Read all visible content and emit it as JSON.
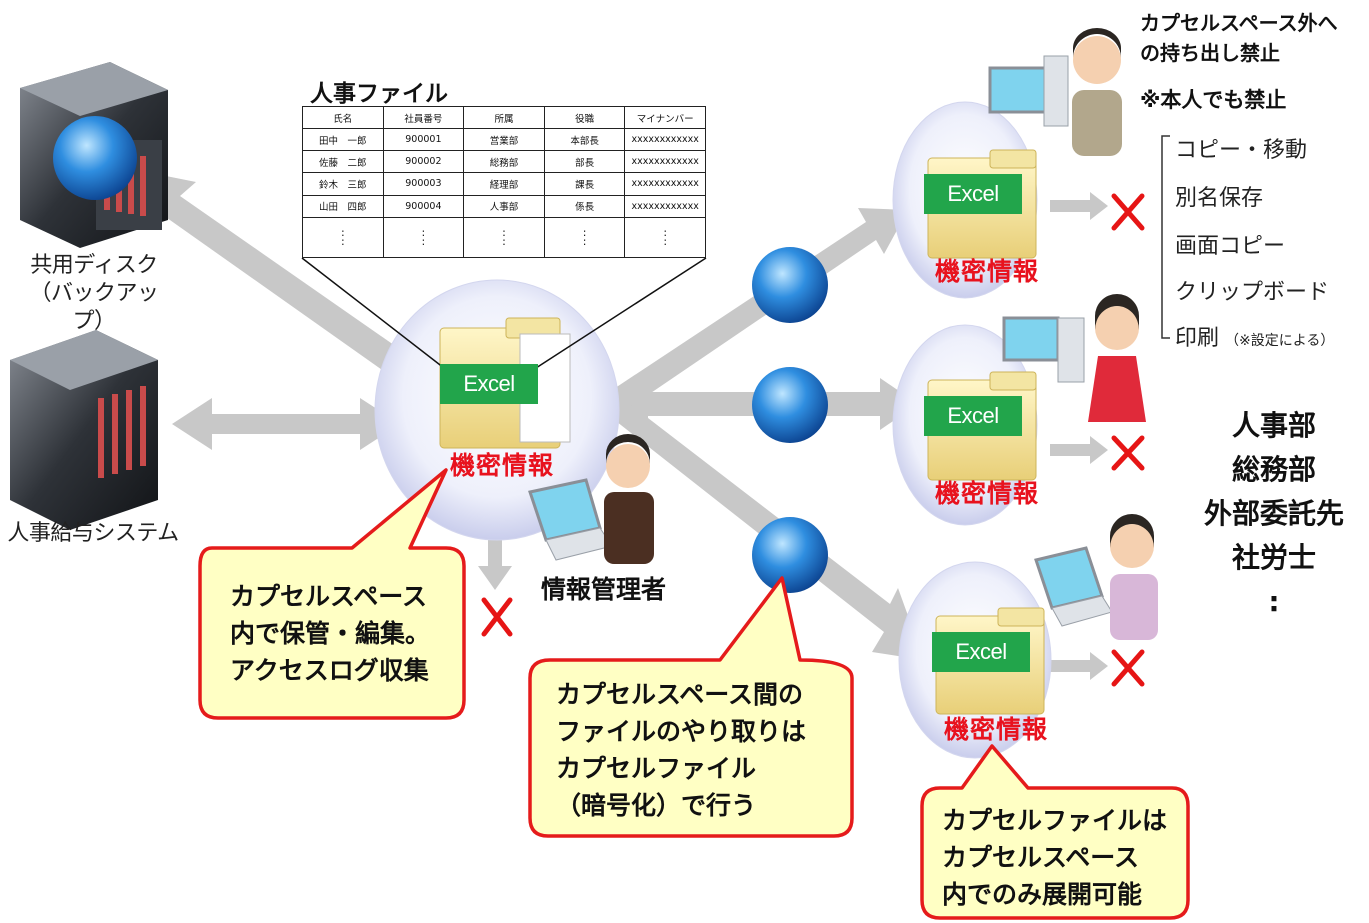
{
  "servers": {
    "shared_disk_label": [
      "共用ディスク",
      "（バックアップ）"
    ],
    "hr_system_label": "人事給与システム"
  },
  "hr_file": {
    "title": "人事ファイル",
    "columns": [
      "氏名",
      "社員番号",
      "所属",
      "役職",
      "マイナンバー"
    ],
    "rows": [
      [
        "田中　一郎",
        "900001",
        "営業部",
        "本部長",
        "xxxxxxxxxxxx"
      ],
      [
        "佐藤　二郎",
        "900002",
        "総務部",
        "部長",
        "xxxxxxxxxxxx"
      ],
      [
        "鈴木　三郎",
        "900003",
        "経理部",
        "課長",
        "xxxxxxxxxxxx"
      ],
      [
        "山田　四郎",
        "900004",
        "人事部",
        "係長",
        "xxxxxxxxxxxx"
      ]
    ],
    "ellipsis": ":"
  },
  "center_capsule": {
    "excel_label": "Excel",
    "confidential_label": "機密情報"
  },
  "admin_label": "情報管理者",
  "client_capsules": [
    {
      "excel_label": "Excel",
      "confidential_label": "機密情報"
    },
    {
      "excel_label": "Excel",
      "confidential_label": "機密情報"
    },
    {
      "excel_label": "Excel",
      "confidential_label": "機密情報"
    }
  ],
  "callouts": {
    "storage": [
      "カプセルスペース",
      "内で保管・編集。",
      "アクセスログ収集"
    ],
    "transfer": [
      "カプセルスペース間の",
      "ファイルのやり取りは",
      "カプセルファイル",
      "（暗号化）で行う"
    ],
    "expand": [
      "カプセルファイルは",
      "カプセルスペース",
      "内でのみ展開可能"
    ]
  },
  "restrictions": {
    "title": [
      "カプセルスペース外へ",
      "の持ち出し禁止"
    ],
    "subtitle": "※本人でも禁止",
    "items": [
      "コピー・移動",
      "別名保存",
      "画面コピー",
      "クリップボード",
      "印刷"
    ],
    "print_note": "（※設定による）"
  },
  "departments": [
    "人事部",
    "総務部",
    "外部委託先",
    "社労士",
    ":"
  ],
  "colors": {
    "arrow": "#c8c8c8",
    "excel_green": "#22a54b",
    "confidential_red": "#e8121e",
    "callout_fill": "#ffffc4",
    "callout_border": "#e51b1b",
    "cross_red": "#e61515"
  }
}
